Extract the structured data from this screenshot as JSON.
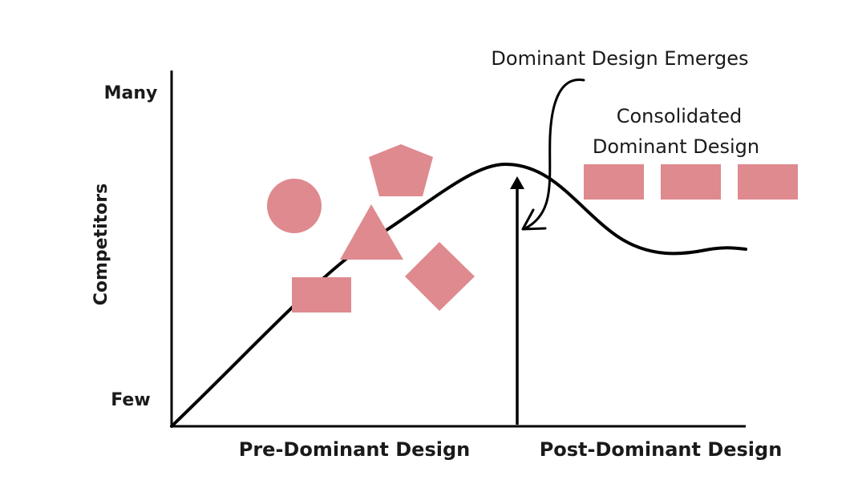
{
  "y_axis": {
    "title": "Competitors",
    "top_label": "Many",
    "bottom_label": "Few"
  },
  "x_axis": {
    "left_label": "Pre-Dominant Design",
    "right_label": "Post-Dominant Design"
  },
  "annotations": {
    "emerges": "Dominant Design Emerges",
    "consolidated_line1": "Consolidated",
    "consolidated_line2": "Dominant Design"
  },
  "colors": {
    "shape_fill": "#de8a8f",
    "line": "#000000",
    "text": "#1a1a1a"
  },
  "shapes": {
    "pre": [
      "circle",
      "pentagon",
      "triangle",
      "rectangle",
      "diamond"
    ],
    "post": [
      "rectangle",
      "rectangle",
      "rectangle"
    ]
  }
}
